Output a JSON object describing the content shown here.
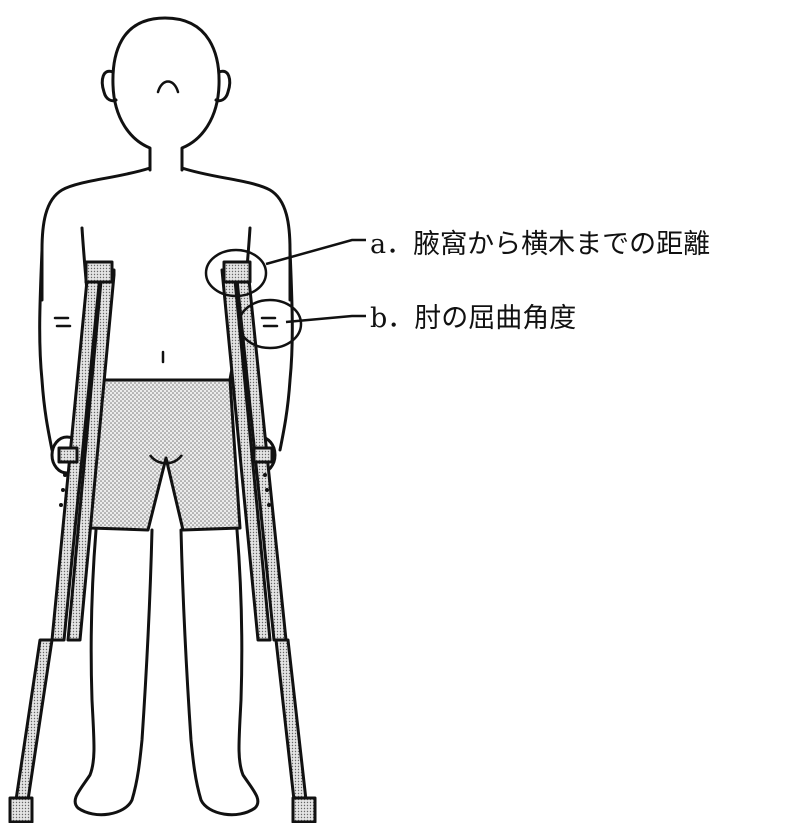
{
  "labels": {
    "a": "a．腋窩から横木までの距離",
    "b": "b．肘の屈曲角度"
  },
  "colors": {
    "ink": "#111111",
    "shorts_fill": "#d9d9d9",
    "background": "#ffffff"
  },
  "icons": {
    "figure": "person-with-crutches-illustration"
  }
}
